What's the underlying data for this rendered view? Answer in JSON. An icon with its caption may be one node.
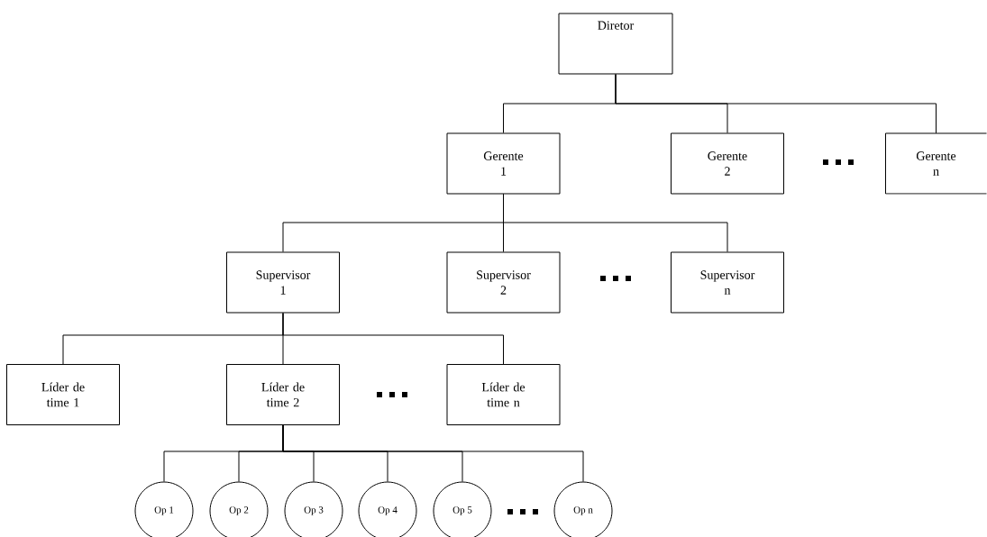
{
  "diagram": {
    "nodes": [
      {
        "text": [
          "Diretor"
        ]
      },
      {
        "text": [
          "Gerente 1"
        ]
      },
      {
        "text": [
          "Gerente 2"
        ]
      },
      {
        "text": [
          "Gerente n"
        ]
      },
      {
        "text": [
          "Supervisor 1"
        ]
      },
      {
        "text": [
          "Supervisor 2"
        ]
      },
      {
        "text": [
          "Supervisor n"
        ]
      },
      {
        "text": [
          "Líder de time 1"
        ]
      },
      {
        "text": [
          "Líder de time 2"
        ]
      },
      {
        "text": [
          "Líder de time n"
        ]
      },
      {
        "text": [
          "Op 1"
        ]
      },
      {
        "text": [
          "Op 2"
        ]
      },
      {
        "text": [
          "Op 3"
        ]
      },
      {
        "text": [
          "Op 4"
        ]
      },
      {
        "text": [
          "Op 5"
        ]
      },
      {
        "text": [
          "Op n"
        ]
      }
    ],
    "edges": [
      {
        "from": 0,
        "to": 1,
        "arrow": "none"
      },
      {
        "from": 0,
        "to": 2,
        "arrow": "none"
      },
      {
        "from": 0,
        "to": 3,
        "arrow": "none"
      },
      {
        "from": 1,
        "to": 4,
        "arrow": "none"
      },
      {
        "from": 1,
        "to": 5,
        "arrow": "none"
      },
      {
        "from": 1,
        "to": 6,
        "arrow": "none"
      },
      {
        "from": 4,
        "to": 7,
        "arrow": "none"
      },
      {
        "from": 4,
        "to": 8,
        "arrow": "none"
      },
      {
        "from": 4,
        "to": 9,
        "arrow": "none"
      },
      {
        "from": 8,
        "to": 10,
        "arrow": "none"
      },
      {
        "from": 8,
        "to": 11,
        "arrow": "none"
      },
      {
        "from": 8,
        "to": 12,
        "arrow": "none"
      },
      {
        "from": 8,
        "to": 13,
        "arrow": "none"
      },
      {
        "from": 8,
        "to": 14,
        "arrow": "none"
      },
      {
        "from": 8,
        "to": 15,
        "arrow": "none"
      }
    ]
  }
}
